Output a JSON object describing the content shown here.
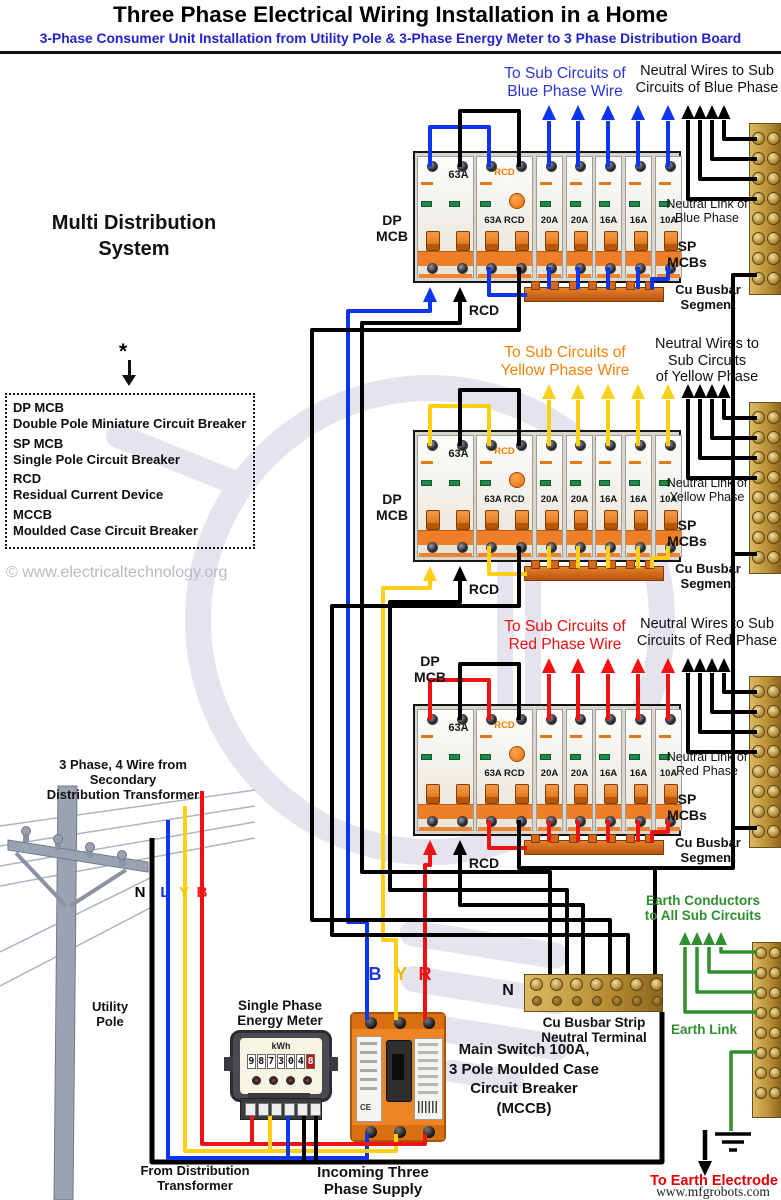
{
  "title": "Three Phase Electrical Wiring Installation in a Home",
  "subtitle": "3-Phase Consumer Unit Installation from Utility Pole & 3-Phase Energy Meter to 3 Phase Distribution Board",
  "system_label": [
    "Multi Distribution",
    "System"
  ],
  "legend_marker": "*",
  "legend_items": [
    {
      "abbr": "DP MCB",
      "full": "Double Pole Miniature Circuit Breaker"
    },
    {
      "abbr": "SP MCB",
      "full": "Single Pole Circuit Breaker"
    },
    {
      "abbr": "RCD",
      "full": "Residual Current Device"
    },
    {
      "abbr": "MCCB",
      "full": "Moulded Case Circuit Breaker"
    }
  ],
  "watermark_copyright": "© www.electricaltechnology.org",
  "watermark_site": "www.mfgrobots.com",
  "colors": {
    "blue_wire": "#0b35ee",
    "yellow_wire": "#fdd017",
    "red_wire": "#ee1212",
    "neutral": "#000000",
    "green": "#2f8f2f",
    "brass": "#c9a244",
    "breaker_orange": "#ee7e28",
    "busbar_orange": "#d4671a"
  },
  "panels": [
    {
      "phase": "blue",
      "wire_color": "#0b35ee",
      "heading_color": "#2b35d8",
      "to_sub": [
        "To Sub Circuits of",
        "Blue Phase Wire"
      ],
      "neutral_heading": [
        "Neutral Wires to Sub",
        "Circuits of Blue Phase"
      ],
      "neutral_link": [
        "Neutral LInk of",
        "Blue Phase"
      ],
      "dp_label": [
        "DP",
        "MCB"
      ],
      "sp_label": [
        "SP",
        "MCBs"
      ],
      "busbar_label": [
        "Cu Busbar",
        "Segment"
      ],
      "rcd_below": "RCD",
      "dp_rating": "63A",
      "rcd_tag": "RCD",
      "rcd_rating": "63A RCD",
      "sp_ratings": [
        "20A",
        "20A",
        "16A",
        "16A",
        "10A"
      ]
    },
    {
      "phase": "yellow",
      "wire_color": "#fdd017",
      "heading_color": "#f5820a",
      "to_sub": [
        "To Sub Circuits of",
        "Yellow Phase Wire"
      ],
      "neutral_heading": [
        "Neutral Wires to",
        "Sub Circuits",
        "of Yellow Phase"
      ],
      "neutral_link": [
        "Neutral Link of",
        "Yellow Phase"
      ],
      "dp_label": [
        "DP",
        "MCB"
      ],
      "sp_label": [
        "SP",
        "MCBs"
      ],
      "busbar_label": [
        "Cu Busbar",
        "Segment"
      ],
      "rcd_below": "RCD",
      "dp_rating": "63A",
      "rcd_tag": "RCD",
      "rcd_rating": "63A RCD",
      "sp_ratings": [
        "20A",
        "20A",
        "16A",
        "16A",
        "10A"
      ]
    },
    {
      "phase": "red",
      "wire_color": "#ee1212",
      "heading_color": "#ea0e0e",
      "to_sub": [
        "To Sub Circuits of",
        "Red Phase Wire"
      ],
      "neutral_heading": [
        "Neutral Wires to Sub",
        "Circuits of Red Phase"
      ],
      "neutral_link": [
        "Neutral Link of",
        "Red Phase"
      ],
      "dp_label": [
        "DP",
        "MCB"
      ],
      "sp_label": [
        "SP",
        "MCBs"
      ],
      "busbar_label": [
        "Cu Busbar",
        "Segment"
      ],
      "rcd_below": "RCD",
      "dp_rating": "63A",
      "rcd_tag": "RCD",
      "rcd_rating": "63A RCD",
      "sp_ratings": [
        "20A",
        "20A",
        "16A",
        "16A",
        "10A"
      ]
    }
  ],
  "pole": {
    "feed_label": [
      "3 Phase, 4 Wire from Secondary",
      "Distribution Transformer"
    ],
    "pole_label": [
      "Utility",
      "Pole"
    ],
    "wire_tags": [
      {
        "tag": "N",
        "color": "#000000"
      },
      {
        "tag": "L",
        "color": "#0b35ee"
      },
      {
        "tag": "Y",
        "color": "#f0c400"
      },
      {
        "tag": "B",
        "color": "#ee1212"
      }
    ]
  },
  "meter": {
    "label": [
      "Single Phase",
      "Energy Meter"
    ],
    "unit": "kWh",
    "digits": [
      "9",
      "8",
      "7",
      "3",
      "0",
      "4"
    ],
    "digit_red": "8"
  },
  "mccb": {
    "terminal_tags": [
      {
        "tag": "B",
        "color": "#1a35e8"
      },
      {
        "tag": "Y",
        "color": "#e8b800"
      },
      {
        "tag": "R",
        "color": "#ee1212"
      }
    ],
    "label": [
      "Main Switch 100A,",
      "3 Pole Moulded Case",
      "Circuit Breaker",
      "(MCCB)"
    ],
    "ce_mark": "CE"
  },
  "neutral_strip": {
    "n_tag": "N",
    "label": [
      "Cu Busbar Strip",
      "Neutral Terminal"
    ]
  },
  "earth": {
    "conductors": [
      "Earth Conductors",
      "to All Sub Circuits"
    ],
    "link": "Earth Link",
    "electrode": "To Earth Electrode"
  },
  "bottom_labels": {
    "from": [
      "From Distribution",
      "Transformer"
    ],
    "incoming": [
      "Incoming Three",
      "Phase Supply"
    ]
  }
}
